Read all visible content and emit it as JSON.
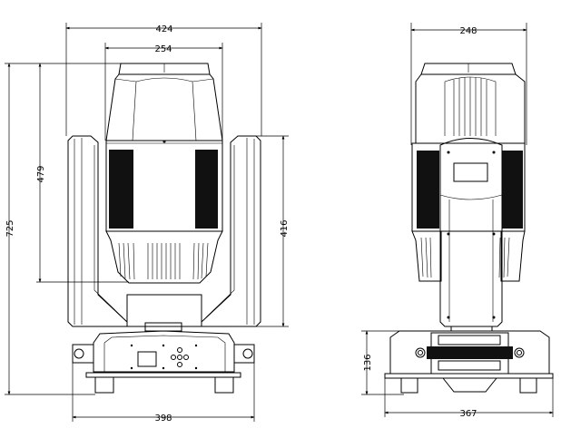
{
  "front_view": {
    "dimensions": {
      "overall_width": "424",
      "head_width": "254",
      "overall_height": "725",
      "head_height": "479",
      "yoke_height": "416",
      "base_width": "398"
    }
  },
  "side_view": {
    "dimensions": {
      "head_depth": "248",
      "base_height": "136",
      "base_depth": "367"
    }
  },
  "colors": {
    "line": "#000000",
    "background": "#ffffff"
  }
}
